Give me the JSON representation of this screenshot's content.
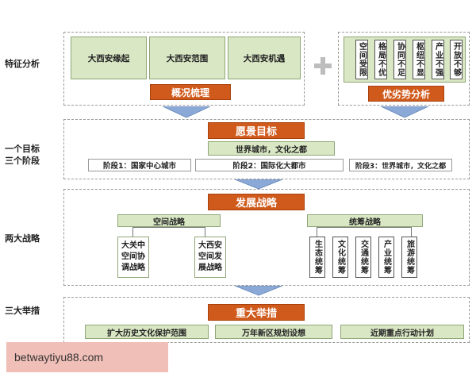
{
  "side_labels": {
    "features": "特征分析",
    "goals_line1": "一个目标",
    "goals_line2": "三个阶段",
    "strategies": "两大战略",
    "measures": "三大举措"
  },
  "features": {
    "boxes": [
      "大西安缘起",
      "大西安范围",
      "大西安机遇"
    ],
    "overview_label": "概况梳理",
    "swot_items": [
      "空间受限",
      "格局不优",
      "协同不足",
      "枢纽不显",
      "产业不强",
      "开放不够"
    ],
    "swot_label": "优劣势分析"
  },
  "vision": {
    "title": "愿景目标",
    "subtitle": "世界城市，文化之都",
    "stages": [
      "阶段1：国家中心城市",
      "阶段2：国际化大都市",
      "阶段3：世界城市，文化之都"
    ]
  },
  "strategy": {
    "title": "发展战略",
    "spatial_label": "空间战略",
    "spatial_items": [
      "大关中空间协调战略",
      "大西安空间发展战略"
    ],
    "coordination_label": "统筹战略",
    "coordination_items": [
      "生态统筹",
      "文化统筹",
      "交通统筹",
      "产业统筹",
      "旅游统筹"
    ]
  },
  "measures": {
    "title": "重大举措",
    "items": [
      "扩大历史文化保护范围",
      "万年新区规划设想",
      "近期重点行动计划"
    ]
  },
  "watermark": "betwaytiyu88.com"
}
